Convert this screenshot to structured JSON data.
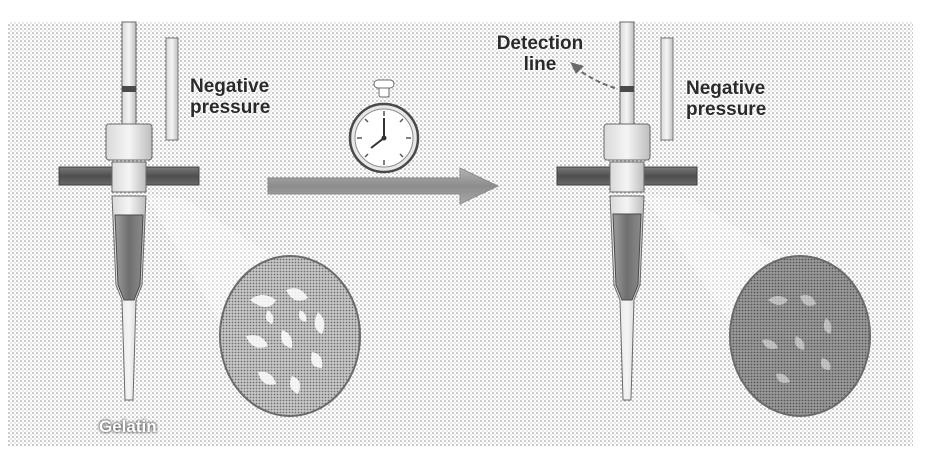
{
  "labels": {
    "negative_pressure_left": [
      "Negative",
      "pressure"
    ],
    "negative_pressure_right": [
      "Negative",
      "pressure"
    ],
    "detection_line": [
      "Detection",
      "line"
    ],
    "gelatin": "Gelatin"
  },
  "icons": {
    "timer": "stopwatch-icon",
    "process_arrow": "right-arrow-icon"
  },
  "colors": {
    "background_stipple": "#9a9a9a",
    "dark_ring": "#595959",
    "gelatin_fill": "#7a7a7a",
    "label_text": "#2a2a2a"
  }
}
